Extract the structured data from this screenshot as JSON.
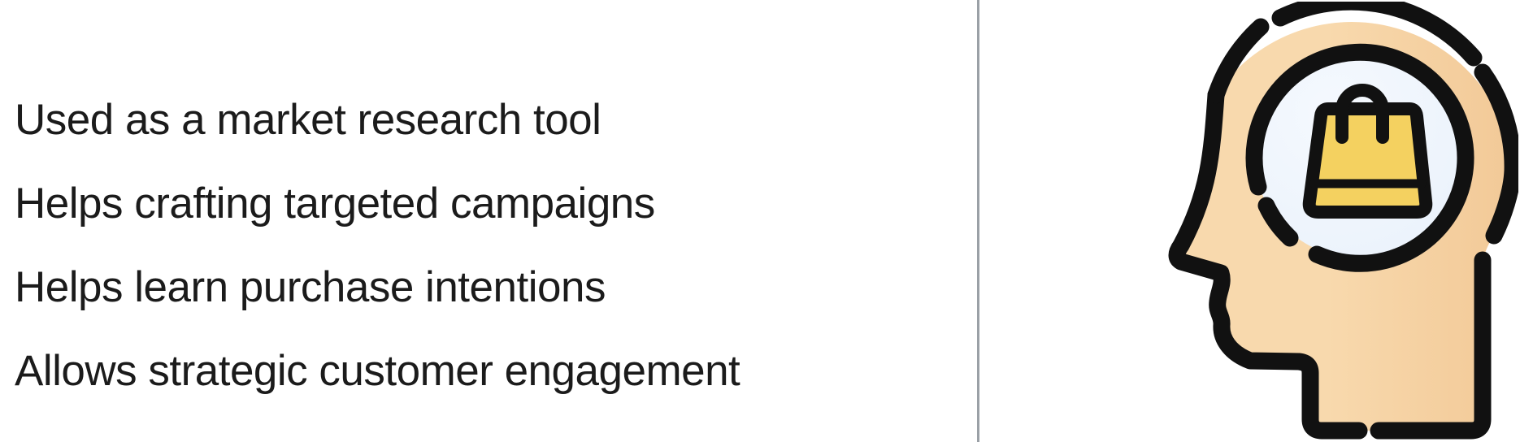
{
  "bullets": [
    "Used as a market research tool",
    "Helps crafting targeted campaigns",
    "Helps learn purchase intentions",
    "Allows strategic customer engagement"
  ],
  "icon": {
    "name": "head-with-shopping-bag-icon"
  },
  "colors": {
    "page-bg": "#ffffff",
    "text": "#1b1b1b",
    "divider": "#9aa0a6",
    "head-fill": "#f8d9ad",
    "head-shade": "#f2c997",
    "circle-fill": "#e9f1fb",
    "circle-light": "#f5f9fe",
    "bag-fill": "#f4d160",
    "outline": "#111111"
  }
}
